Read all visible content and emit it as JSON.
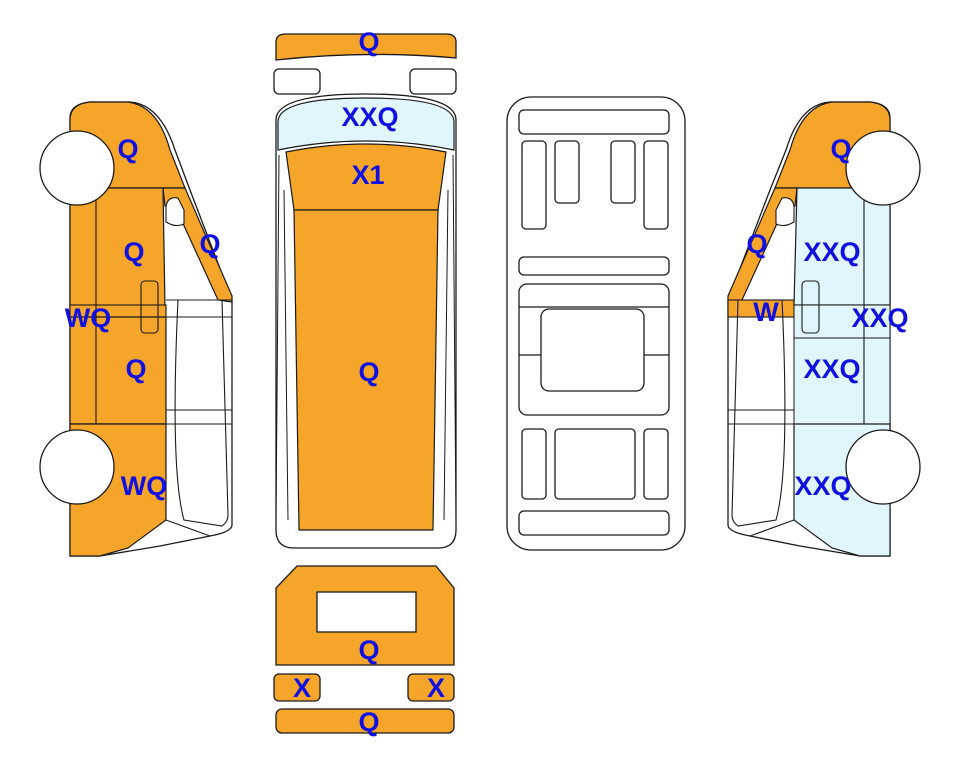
{
  "colors": {
    "damaged": "#F5A52A",
    "light": "#E0F6FC",
    "outline": "#1a1a1a",
    "label": "#1010E0",
    "blank": "#FFFFFF"
  },
  "labels": {
    "front_bumper": "Q",
    "windshield": "XXQ",
    "hood": "X1",
    "roof": "Q",
    "rear_door": "Q",
    "rear_light_left": "X",
    "rear_light_right": "X",
    "rear_bumper": "Q",
    "left_fender": "Q",
    "left_front_door": "Q",
    "left_pillar": "Q",
    "left_sill": "WQ",
    "left_rear_door": "Q",
    "left_rear_quarter": "WQ",
    "right_fender": "Q",
    "right_pillar": "Q",
    "right_sill": "W",
    "right_front_door": "XXQ",
    "right_middle": "XXQ",
    "right_rear_door": "XXQ",
    "right_rear_quarter": "XXQ"
  }
}
